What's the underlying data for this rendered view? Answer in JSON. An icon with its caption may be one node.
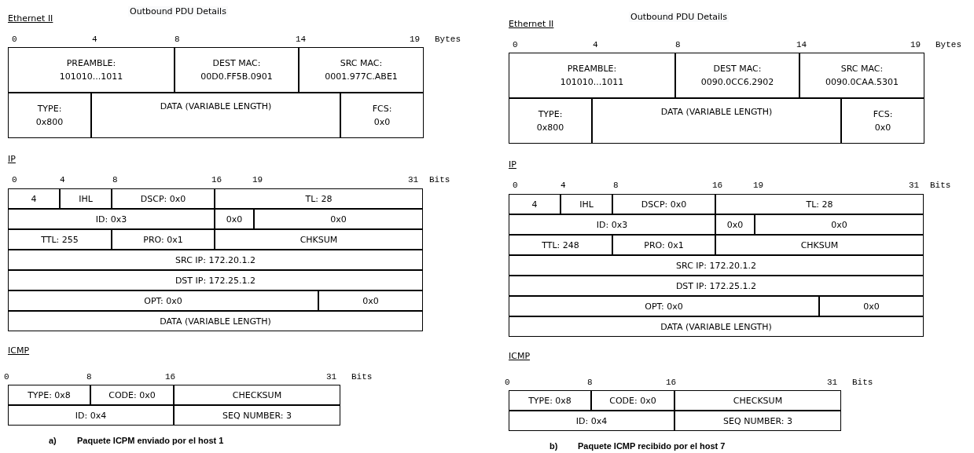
{
  "diagram": {
    "nodes": [
      {
        "text": [
          "PREAMBLE:",
          "101010...1011"
        ]
      },
      {
        "text": [
          "DEST MAC:",
          "00D0.FF5B.0901"
        ]
      },
      {
        "text": [
          "SRC MAC:",
          "0001.977C.ABE1"
        ]
      },
      {
        "text": [
          "TYPE:",
          "0x800"
        ]
      },
      {
        "text": [
          "DATA (VARIABLE LENGTH)"
        ]
      },
      {
        "text": [
          "FCS:",
          "0x0"
        ]
      },
      {
        "text": [
          "4"
        ]
      },
      {
        "text": [
          "IHL"
        ]
      },
      {
        "text": [
          "DSCP: 0x0"
        ]
      },
      {
        "text": [
          "TL: 28"
        ]
      },
      {
        "text": [
          "ID: 0x3"
        ]
      },
      {
        "text": [
          "0x0"
        ]
      },
      {
        "text": [
          "0x0"
        ]
      },
      {
        "text": [
          "TTL: 255"
        ]
      },
      {
        "text": [
          "PRO: 0x1"
        ]
      },
      {
        "text": [
          "CHKSUM"
        ]
      },
      {
        "text": [
          "SRC IP: 172.20.1.2"
        ]
      },
      {
        "text": [
          "DST IP: 172.25.1.2"
        ]
      },
      {
        "text": [
          "OPT: 0x0"
        ]
      },
      {
        "text": [
          "0x0"
        ]
      },
      {
        "text": [
          "DATA (VARIABLE LENGTH)"
        ]
      },
      {
        "text": [
          "TYPE: 0x8"
        ]
      },
      {
        "text": [
          "CODE: 0x0"
        ]
      },
      {
        "text": [
          "CHECKSUM"
        ]
      },
      {
        "text": [
          "ID: 0x4"
        ]
      },
      {
        "text": [
          "SEQ NUMBER: 3"
        ]
      },
      {
        "text": [
          "PREAMBLE:",
          "101010...1011"
        ]
      },
      {
        "text": [
          "DEST MAC:",
          "0090.0CC6.2902"
        ]
      },
      {
        "text": [
          "SRC MAC:",
          "0090.0CAA.5301"
        ]
      },
      {
        "text": [
          "TYPE:",
          "0x800"
        ]
      },
      {
        "text": [
          "DATA (VARIABLE LENGTH)"
        ]
      },
      {
        "text": [
          "FCS:",
          "0x0"
        ]
      },
      {
        "text": [
          "4"
        ]
      },
      {
        "text": [
          "IHL"
        ]
      },
      {
        "text": [
          "DSCP: 0x0"
        ]
      },
      {
        "text": [
          "TL: 28"
        ]
      },
      {
        "text": [
          "ID: 0x3"
        ]
      },
      {
        "text": [
          "0x0"
        ]
      },
      {
        "text": [
          "0x0"
        ]
      },
      {
        "text": [
          "TTL: 248"
        ]
      },
      {
        "text": [
          "PRO: 0x1"
        ]
      },
      {
        "text": [
          "CHKSUM"
        ]
      },
      {
        "text": [
          "SRC IP: 172.20.1.2"
        ]
      },
      {
        "text": [
          "DST IP: 172.25.1.2"
        ]
      },
      {
        "text": [
          "OPT: 0x0"
        ]
      },
      {
        "text": [
          "0x0"
        ]
      },
      {
        "text": [
          "DATA (VARIABLE LENGTH)"
        ]
      },
      {
        "text": [
          "TYPE: 0x8"
        ]
      },
      {
        "text": [
          "CODE: 0x0"
        ]
      },
      {
        "text": [
          "CHECKSUM"
        ]
      },
      {
        "text": [
          "ID: 0x4"
        ]
      },
      {
        "text": [
          "SEQ NUMBER: 3"
        ]
      }
    ],
    "labels": [
      "Ethernet II",
      "Outbound PDU Details",
      "0",
      "4",
      "8",
      "14",
      "19",
      "Bytes",
      "IP",
      "0",
      "4",
      "8",
      "16",
      "19",
      "31",
      "Bits",
      "ICMP",
      "0",
      "8",
      "16",
      "31",
      "Bits",
      "a)",
      "Paquete ICPM enviado por el host 1",
      "Ethernet II",
      "Outbound PDU Details",
      "0",
      "4",
      "8",
      "14",
      "19",
      "Bytes",
      "IP",
      "0",
      "4",
      "8",
      "16",
      "19",
      "31",
      "Bits",
      "ICMP",
      "0",
      "8",
      "16",
      "31",
      "Bits",
      "b)",
      "Paquete ICMP recibido por el host 7"
    ]
  }
}
